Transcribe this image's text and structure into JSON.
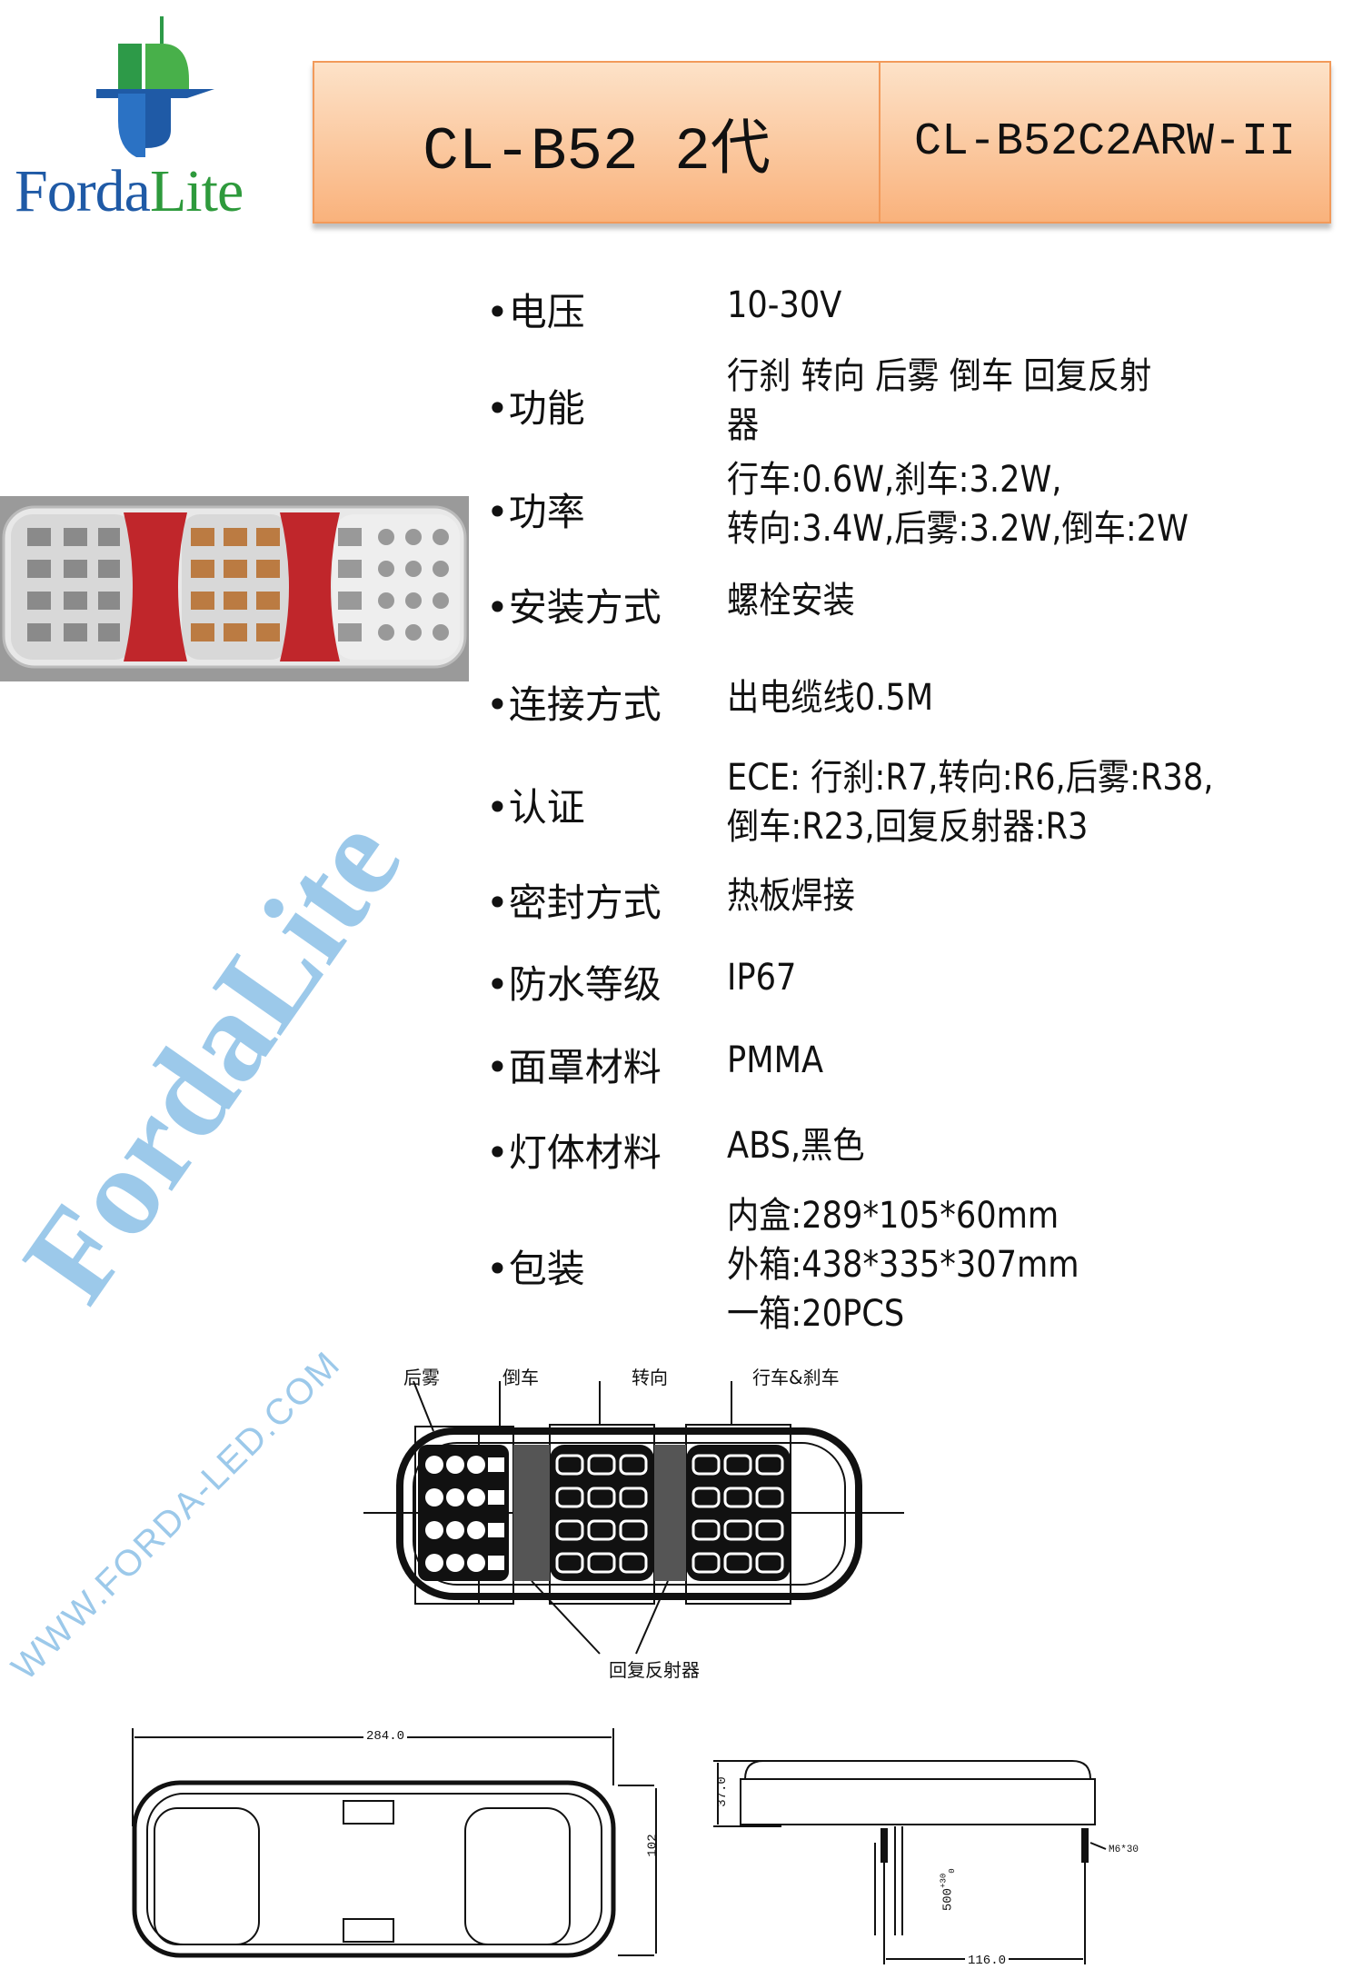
{
  "logo": {
    "brand_part1": "Forda",
    "brand_part2": "Lite"
  },
  "header": {
    "model": "CL-B52 2代",
    "code": "CL-B52C2ARW-II"
  },
  "specs": [
    {
      "label": "•电压",
      "value": "10-30V"
    },
    {
      "label": "•功能",
      "value": "行刹 转向 后雾 倒车 回复反射\n器"
    },
    {
      "label": "•功率",
      "value": "行车:0.6W,刹车:3.2W,\n转向:3.4W,后雾:3.2W,倒车:2W"
    },
    {
      "label": "•安装方式",
      "value": "螺栓安装"
    },
    {
      "label": "•连接方式",
      "value": "出电缆线0.5M"
    },
    {
      "label": "•认证",
      "value": "ECE: 行刹:R7,转向:R6,后雾:R38,\n倒车:R23,回复反射器:R3"
    },
    {
      "label": "•密封方式",
      "value": "热板焊接"
    },
    {
      "label": "•防水等级",
      "value": "IP67"
    },
    {
      "label": "•面罩材料",
      "value": "PMMA"
    },
    {
      "label": "•灯体材料",
      "value": "ABS,黑色"
    },
    {
      "label": "•包装",
      "value": "内盒:289*105*60mm\n外箱:438*335*307mm\n一箱:20PCS"
    }
  ],
  "diagram": {
    "labels": {
      "fog": "后雾",
      "reverse": "倒车",
      "turn": "转向",
      "tail_brake": "行车&刹车",
      "reflector": "回复反射器"
    }
  },
  "dimensions": {
    "width": "284.0",
    "height": "102",
    "depth": "37.0",
    "bolt_spacing": "116.0",
    "bolt": "M6*30",
    "cable": "500",
    "cable_tol": "+30",
    "cable_tol_low": "0"
  },
  "watermark": {
    "brand": "FordaLite",
    "url": "WWW.FORDA-LED.COM"
  },
  "colors": {
    "header_top": "#fde2c8",
    "header_bottom": "#f9b27c",
    "watermark": "#9cc9ea",
    "reflector_red": "#c0262b"
  }
}
